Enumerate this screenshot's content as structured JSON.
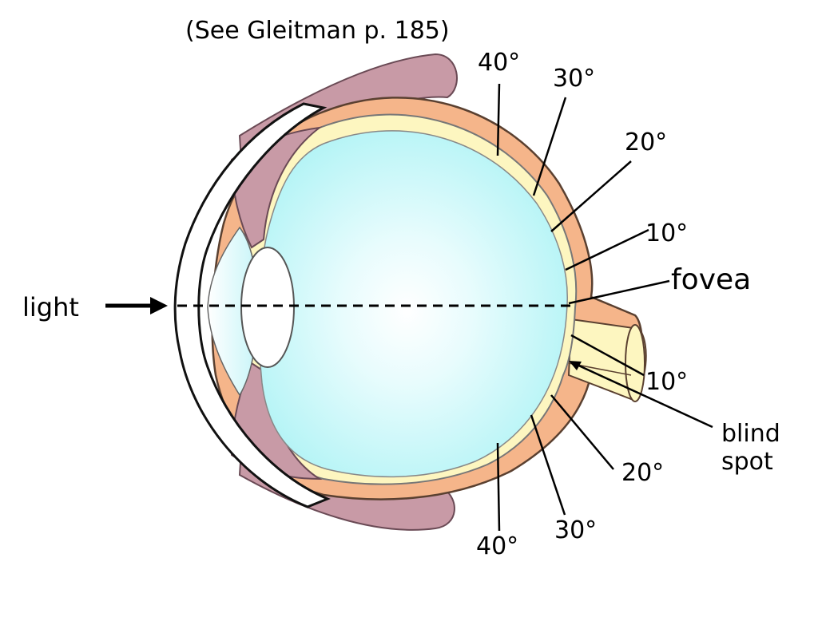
{
  "title": "(See Gleitman p. 185)",
  "labels": {
    "light": "light",
    "fovea": "fovea",
    "blind": "blind",
    "spot": "spot",
    "up_40": "40°",
    "up_30": "30°",
    "up_20": "20°",
    "up_10": "10°",
    "down_10": "10°",
    "down_20": "20°",
    "down_30": "30°",
    "down_40": "40°"
  },
  "colors": {
    "sclera": "#f5b58a",
    "muscle": "#c89aa6",
    "retina": "#fdf6c0",
    "vitreous": "#aef3f5",
    "lens": "#ffffff",
    "outline": "#555555",
    "text": "#000000"
  }
}
